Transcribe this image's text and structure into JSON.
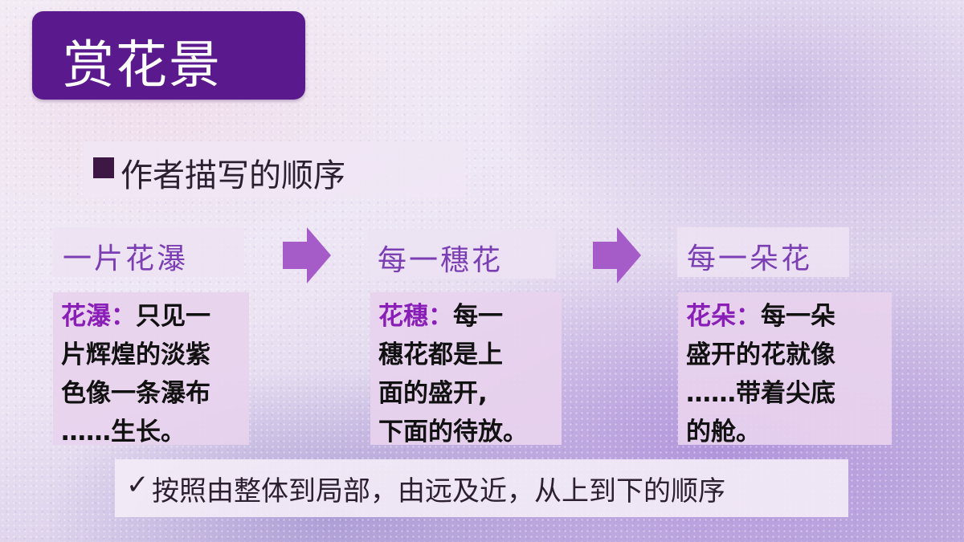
{
  "slide": {
    "title": "赏花景",
    "subtitle": "作者描写的顺序",
    "stages": [
      {
        "header": "一片花瀑",
        "term": "花瀑",
        "colon": "：",
        "lines": [
          "只见一",
          "片辉煌的淡紫",
          "色像一条瀑布",
          "……生长。"
        ]
      },
      {
        "header": "每一穗花",
        "term": "花穗",
        "colon": "：",
        "lines": [
          "每一",
          "穗花都是上",
          "面的盛开,",
          "下面的待放。"
        ]
      },
      {
        "header": "每一朵花",
        "term": "花朵",
        "colon": "：",
        "lines": [
          "每一朵",
          "盛开的花就像",
          "……带着尖底",
          "的舱。"
        ]
      }
    ],
    "summary": {
      "check_icon": "✓",
      "text": "按照由整体到局部，由远及近，从上到下的顺序"
    }
  },
  "colors": {
    "title_bg": "#5a1a8d",
    "accent": "#8a1fb8",
    "header_text": "#7b3fb3",
    "arrow": "#a55cc8"
  },
  "icons": {
    "bullet": "square-bullet-icon",
    "arrow": "right-arrow-icon",
    "check": "check-icon"
  }
}
